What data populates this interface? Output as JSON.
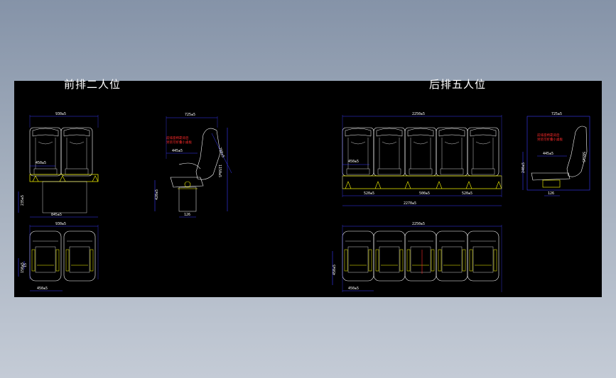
{
  "titles": {
    "front": "前排二人位",
    "rear": "后排五人位"
  },
  "dims": {
    "front_width": "930±5",
    "front_seat_w": "450±5",
    "front_ground": "235±5",
    "front_leg": "845±5",
    "front_top_width": "930±5",
    "front_plan_depth1": "150±5",
    "front_plan_depth2": "15",
    "front_plan_leg": "450±5",
    "side_top": "725±5",
    "side_arm": "445±5",
    "side_height": "1150±5",
    "side_back": "760±5",
    "side_seat_h": "420±5",
    "side_base": "126",
    "rear_width": "2250±5",
    "rear_seat": "450±5",
    "rear_seg1": "520±5",
    "rear_seg2": "500±5",
    "rear_seg3": "520±5",
    "rear_total": "2270±5",
    "rear_top_width": "2250±5",
    "rear_plan_depth": "450±5",
    "rear_plan_leg": "450±5",
    "rear_side_top": "725±5",
    "rear_side_arm": "445±5",
    "rear_side_height": "240±5",
    "rear_side_back": "565±5",
    "rear_side_base": "126"
  },
  "notes": {
    "front_line1": "前排座椅靠背后",
    "front_line2": "另装可折叠小桌板",
    "rear_line1": "前排座椅靠背后",
    "rear_line2": "另装可折叠小桌板"
  },
  "colors": {
    "background_top": "#8593a8",
    "background_bottom": "#c4cbd6",
    "canvas": "#000000",
    "outline": "#ffffff",
    "dimension": "#3a3aff",
    "floor": "#ffff00",
    "note": "#ff2a2a"
  }
}
